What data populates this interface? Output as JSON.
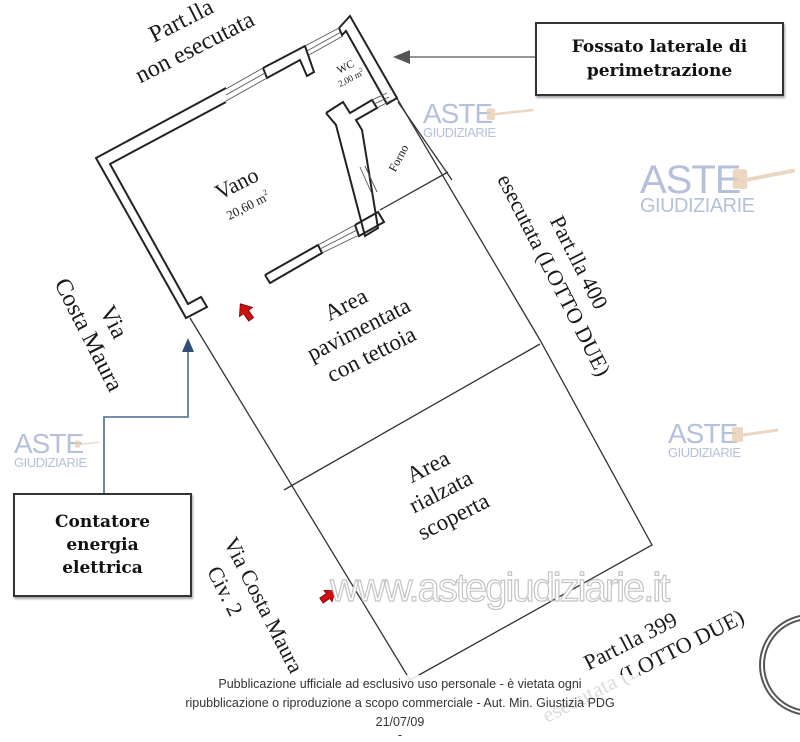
{
  "plan": {
    "rooms": [
      {
        "name": "Vano",
        "area": "20,60 m",
        "area_sup": "2"
      },
      {
        "name": "WC",
        "area": "2,00 m",
        "area_sup": "2"
      },
      {
        "name": "Forno"
      }
    ],
    "areas": [
      {
        "lines": [
          "Area",
          "pavimentata",
          "con tettoia"
        ]
      },
      {
        "lines": [
          "Area",
          "rialzata",
          "scoperta"
        ]
      }
    ],
    "parcels": {
      "top_left": [
        "Part.lla",
        "non esecutata"
      ],
      "right": [
        "Part.lla 400",
        "esecutata (LOTTO DUE)"
      ],
      "bottom": [
        "Part.lla 399",
        "esecutata (LOTTO DUE)"
      ]
    },
    "streets": {
      "left": [
        "Via",
        "Costa Maura"
      ],
      "bottom": [
        "Via Costa Maura",
        "Civ. 2"
      ]
    }
  },
  "callouts": {
    "fossato": [
      "Fossato laterale di",
      "perimetrazione"
    ],
    "contatore": [
      "Contatore",
      "energia",
      "elettrica"
    ]
  },
  "watermarks": {
    "logo_line1": "ASTE",
    "logo_line2": "GIUDIZIARIE",
    "url": "www.astegiudiziarie.it"
  },
  "disclaimer": {
    "line1": "Pubblicazione ufficiale ad esclusivo uso personale - è vietata ogni",
    "line2": "ripubblicazione o riproduzione a scopo commerciale - Aut. Min. Giustizia PDG 21/07/09",
    "line3": "-"
  },
  "colors": {
    "wall": "#222222",
    "entrance_arrow": "#cc1010",
    "leader_line": "#4a6a8e",
    "watermark_blue": "#7f93c0"
  }
}
